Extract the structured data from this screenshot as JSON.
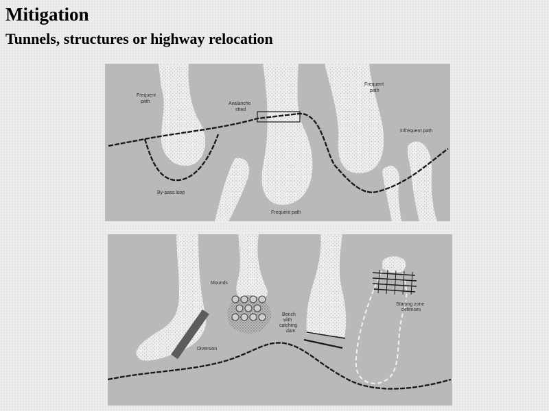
{
  "title": "Mitigation",
  "subtitle": "Tunnels, structures or highway relocation",
  "colors": {
    "panel_bg": "#b9b9b9",
    "avalanche_fill": "#eeeeee",
    "avalanche_stipple": "#8a8a8a",
    "road": "#1a1a1a",
    "diversion": "#5c5c5c"
  },
  "top_panel": {
    "labels": {
      "frequent_path_left": [
        "Frequent",
        "path"
      ],
      "avalanche_shed": [
        "Avalanche",
        "shed"
      ],
      "frequent_path_right": [
        "Frequent",
        "path"
      ],
      "infrequent_path": "Infrequent path",
      "bypass_loop": "By-pass loop",
      "frequent_path_bottom": "Frequent path"
    }
  },
  "bottom_panel": {
    "labels": {
      "mounds": "Mounds",
      "bench_with_catching_dam": [
        "Bench",
        "with",
        "catching",
        "dam"
      ],
      "starting_zone_defenses": [
        "Starting zone",
        "defenses"
      ],
      "diversion": "Diversion"
    }
  }
}
